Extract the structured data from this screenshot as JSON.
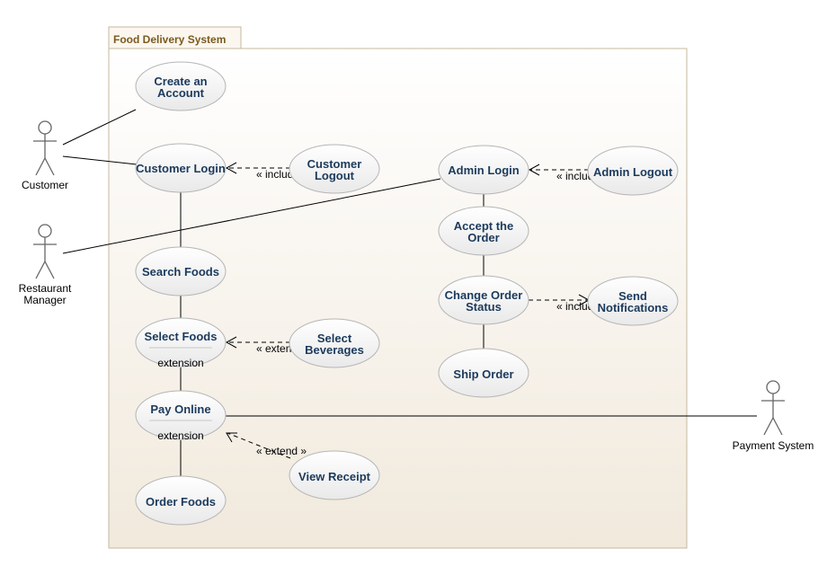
{
  "system": {
    "title": "Food Delivery System"
  },
  "actors": {
    "customer": "Customer",
    "restaurant_manager": [
      "Restaurant",
      "Manager"
    ],
    "payment_system": "Payment System"
  },
  "use_cases": {
    "create_account": [
      "Create an",
      "Account"
    ],
    "customer_login": [
      "Customer Login"
    ],
    "customer_logout": [
      "Customer",
      "Logout"
    ],
    "search_foods": [
      "Search Foods"
    ],
    "select_foods": [
      "Select Foods"
    ],
    "select_beverages": [
      "Select",
      "Beverages"
    ],
    "pay_online": [
      "Pay Online"
    ],
    "view_receipt": [
      "View Receipt"
    ],
    "order_foods": [
      "Order Foods"
    ],
    "admin_login": [
      "Admin Login"
    ],
    "admin_logout": [
      "Admin Logout"
    ],
    "accept_order": [
      "Accept the",
      "Order"
    ],
    "change_order_status": [
      "Change Order",
      "Status"
    ],
    "send_notifications": [
      "Send",
      "Notifications"
    ],
    "ship_order": [
      "Ship Order"
    ]
  },
  "extension_points": {
    "select_foods": "extension",
    "pay_online": "extension"
  },
  "relations": {
    "include_customer_logout": "« include »",
    "include_admin_logout": "« include »",
    "include_send_notifications": "« include »",
    "extend_select_beverages": "« extend »",
    "extend_view_receipt": "« extend »"
  }
}
